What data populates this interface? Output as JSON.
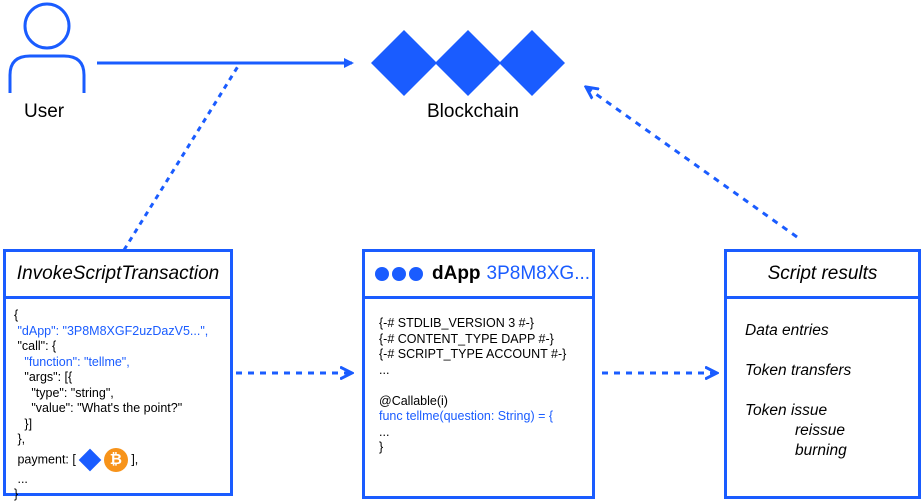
{
  "user": {
    "label": "User"
  },
  "blockchain": {
    "label": "Blockchain"
  },
  "tx_box": {
    "title": "InvokeScriptTransaction",
    "lines": {
      "l1": "{",
      "dapp_key": "\"dApp\"",
      "dapp_val": ": \"3P8M8XGF2uzDazV5...\",",
      "call": " \"call\": {",
      "func_key": "\"function\"",
      "func_val": ": \"tellme\",",
      "args": "   \"args\": [{",
      "type": "     \"type\": \"string\",",
      "value": "     \"value\": \"What's the point?\"",
      "close1": "   }]",
      "close2": " },",
      "payment_pre": " payment: [",
      "payment_post": "],",
      "ellipsis": " ...",
      "close3": "}"
    },
    "coin_symbol": "₿"
  },
  "dapp_box": {
    "title_bold": "dApp",
    "title_addr": "3P8M8XG...",
    "lines": {
      "l1": "{-# STDLIB_VERSION 3 #-}",
      "l2": "{-# CONTENT_TYPE DAPP #-}",
      "l3": "{-# SCRIPT_TYPE ACCOUNT #-}",
      "l4": "...",
      "l5": "@Callable(i)",
      "l6": "func tellme(question: String) = {",
      "l7": "...",
      "l8": "}"
    }
  },
  "results_box": {
    "title": "Script results",
    "items": {
      "data": "Data entries",
      "transfers": "Token transfers",
      "issue": "Token issue",
      "reissue": "reissue",
      "burning": "burning"
    }
  },
  "colors": {
    "accent": "#1a5cff",
    "bitcoin": "#f7931a"
  }
}
